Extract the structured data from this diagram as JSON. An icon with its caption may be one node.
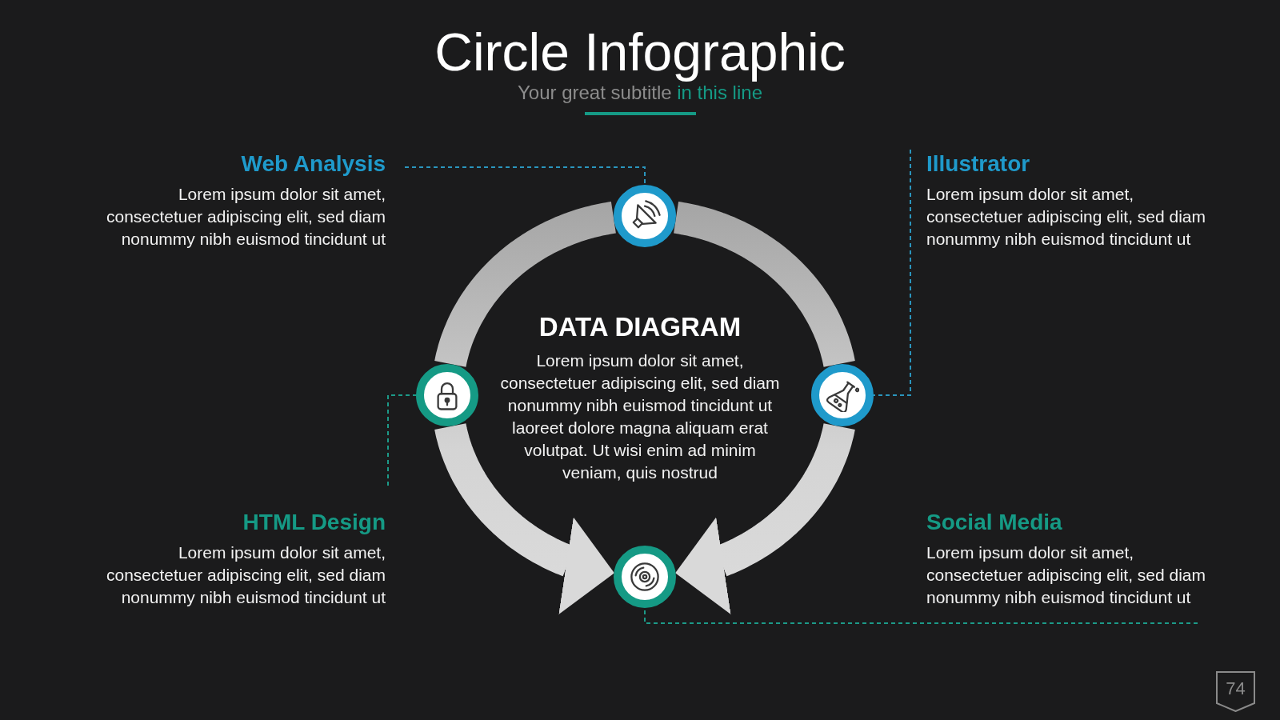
{
  "diagram": {
    "title": "Circle Infographic",
    "nodes": [
      {
        "text": [
          "Web Analysis",
          "Lorem ipsum dolor sit amet, consectetuer adipiscing elit, sed diam nonummy nibh euismod tincidunt ut"
        ]
      },
      {
        "text": [],
        "shape": "circle"
      },
      {
        "text": [
          "Illustrator",
          "Lorem ipsum dolor sit amet, consectetuer adipiscing elit, sed diam nonummy nibh euismod tincidunt ut"
        ]
      },
      {
        "text": [],
        "shape": "circle"
      },
      {
        "text": [],
        "shape": "circle"
      },
      {
        "text": [
          "HTML Design",
          "Lorem ipsum dolor sit amet, consectetuer adipiscing elit, sed diam nonummy nibh euismod tincidunt ut"
        ]
      },
      {
        "text": [],
        "shape": "circle"
      },
      {
        "text": [
          "Social Media",
          "Lorem ipsum dolor sit amet, consectetuer adipiscing elit, sed diam nonummy nibh euismod tincidunt ut"
        ]
      }
    ],
    "edges": [
      {
        "from": 1,
        "to": 3,
        "arrow": "none",
        "style": "thick"
      },
      {
        "from": 3,
        "to": 6,
        "arrow": "to",
        "style": "thick"
      },
      {
        "from": 1,
        "to": 4,
        "arrow": "none",
        "style": "thick"
      },
      {
        "from": 4,
        "to": 6,
        "arrow": "to",
        "style": "thick"
      },
      {
        "from": 0,
        "to": 1,
        "arrow": "none",
        "style": "dashed",
        "color": "#2a95bd"
      },
      {
        "from": 2,
        "to": 4,
        "arrow": "none",
        "style": "dashed",
        "color": "#2a95bd"
      },
      {
        "from": 5,
        "to": 3,
        "arrow": "none",
        "style": "dashed",
        "color": "#1c9a88"
      },
      {
        "from": 7,
        "to": 6,
        "arrow": "none",
        "style": "dashed",
        "color": "#1c9a88"
      }
    ],
    "labels": [
      "Your great subtitle",
      "in this line",
      "DATA DIAGRAM",
      "Lorem ipsum dolor sit amet, consectetuer adipiscing elit, sed diam nonummy nibh euismod tincidunt ut laoreet dolore magna aliquam erat volutpat. Ut wisi enim ad minim veniam, quis nostrud",
      "74"
    ]
  }
}
